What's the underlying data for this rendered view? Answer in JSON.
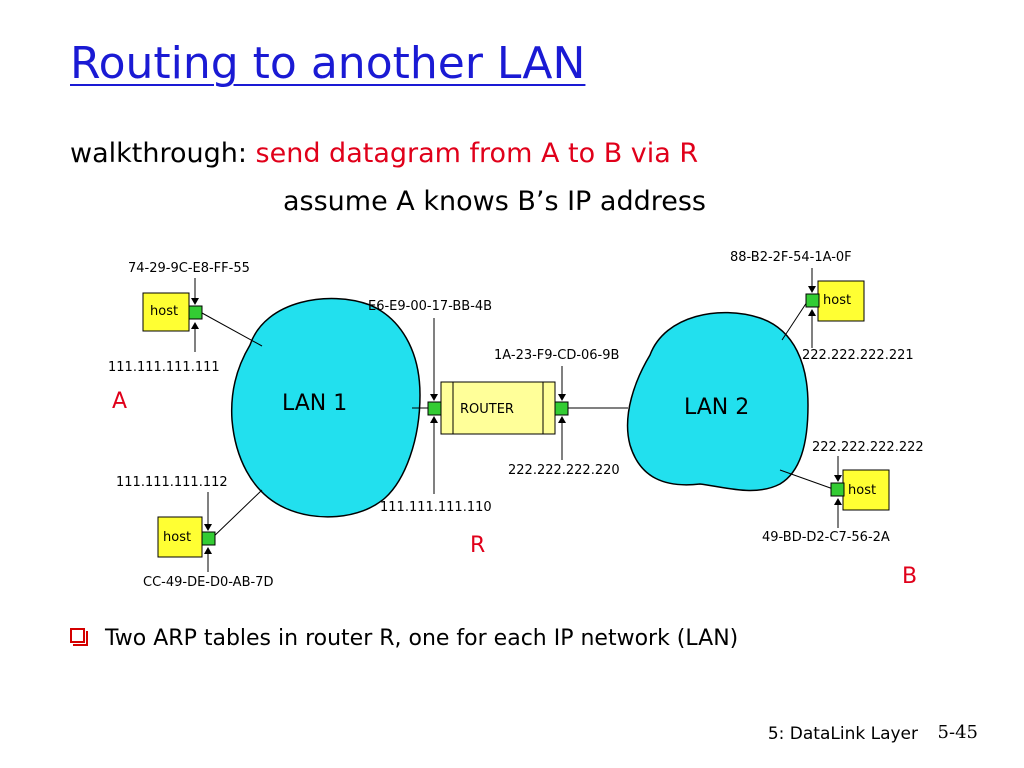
{
  "title": "Routing to another LAN",
  "walkthrough": {
    "prefix": "walkthrough:",
    "highlight": "send datagram from A to B via R",
    "assumption": "assume  A knows B’s IP address"
  },
  "diagram": {
    "lans": [
      "LAN 1",
      "LAN 2"
    ],
    "router_label": "ROUTER",
    "hosts": [
      {
        "label": "host",
        "mac": "74-29-9C-E8-FF-55",
        "ip": "111.111.111.111",
        "tag": "A"
      },
      {
        "label": "host",
        "mac": "CC-49-DE-D0-AB-7D",
        "ip": "111.111.111.112"
      },
      {
        "label": "host",
        "mac": "88-B2-2F-54-1A-0F",
        "ip": "222.222.222.221"
      },
      {
        "label": "host",
        "mac": "49-BD-D2-C7-56-2A",
        "ip": "222.222.222.222",
        "tag": "B"
      }
    ],
    "router": {
      "left_mac": "E6-E9-00-17-BB-4B",
      "left_ip": "111.111.111.110",
      "right_mac": "1A-23-F9-CD-06-9B",
      "right_ip": "222.222.222.220",
      "tag": "R"
    },
    "colors": {
      "lan": "#22e0ee",
      "host": "#ffff33",
      "router": "#ffff99",
      "interface": "#33cc33",
      "tag": "#e0001a"
    }
  },
  "bullet": "Two ARP tables in  router R, one for each IP network (LAN)",
  "footer": {
    "chapter": "5: DataLink Layer",
    "page": "5-45"
  }
}
